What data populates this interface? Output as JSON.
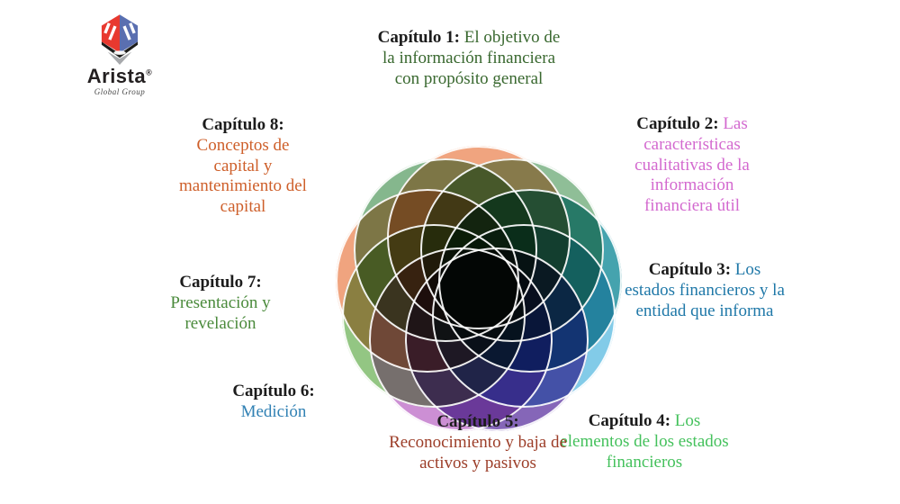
{
  "logo": {
    "brand": "Arista",
    "registered": "®",
    "tagline": "Global Group",
    "colors": {
      "red": "#e8392f",
      "blue": "#5a6fb0",
      "dark": "#1d1d1b",
      "gray": "#a7a9ac"
    }
  },
  "chapters": [
    {
      "number": "Capítulo 1:",
      "title": "El objetivo de la información financiera con propósito general",
      "color": "#39682f"
    },
    {
      "number": "Capítulo 2:",
      "title": "Las características cualitativas de la información financiera útil",
      "color": "#d369cf"
    },
    {
      "number": "Capítulo 3:",
      "title": "Los estados financieros y la entidad que informa",
      "color": "#1f78a8"
    },
    {
      "number": "Capítulo 4:",
      "title": "Los elementos de los estados financieros",
      "color": "#44c15c"
    },
    {
      "number": "Capítulo 5:",
      "title": "Reconocimiento y baja de activos y pasivos",
      "color": "#9c3d28"
    },
    {
      "number": "Capítulo 6:",
      "title": "Medición",
      "color": "#3181b4"
    },
    {
      "number": "Capítulo 7:",
      "title": "Presentación y revelación",
      "color": "#4a8a3b"
    },
    {
      "number": "Capítulo 8:",
      "title": "Conceptos de capital y mantenimiento del capital",
      "color": "#ce5f2a"
    }
  ],
  "flower": {
    "petals": [
      {
        "name": "north-salmon",
        "color": "#f0a47f"
      },
      {
        "name": "northeast-sage",
        "color": "#8fbe97"
      },
      {
        "name": "east-teal",
        "color": "#45a3ae"
      },
      {
        "name": "southeast-lightblue",
        "color": "#82cbe8"
      },
      {
        "name": "south-southeast-purple",
        "color": "#8566b8"
      },
      {
        "name": "south-orchid",
        "color": "#cc8fd4"
      },
      {
        "name": "southwest-lightgreen",
        "color": "#93c683"
      },
      {
        "name": "west-salmon",
        "color": "#f0a47f"
      },
      {
        "name": "northwest-sage",
        "color": "#85b78d"
      }
    ]
  }
}
